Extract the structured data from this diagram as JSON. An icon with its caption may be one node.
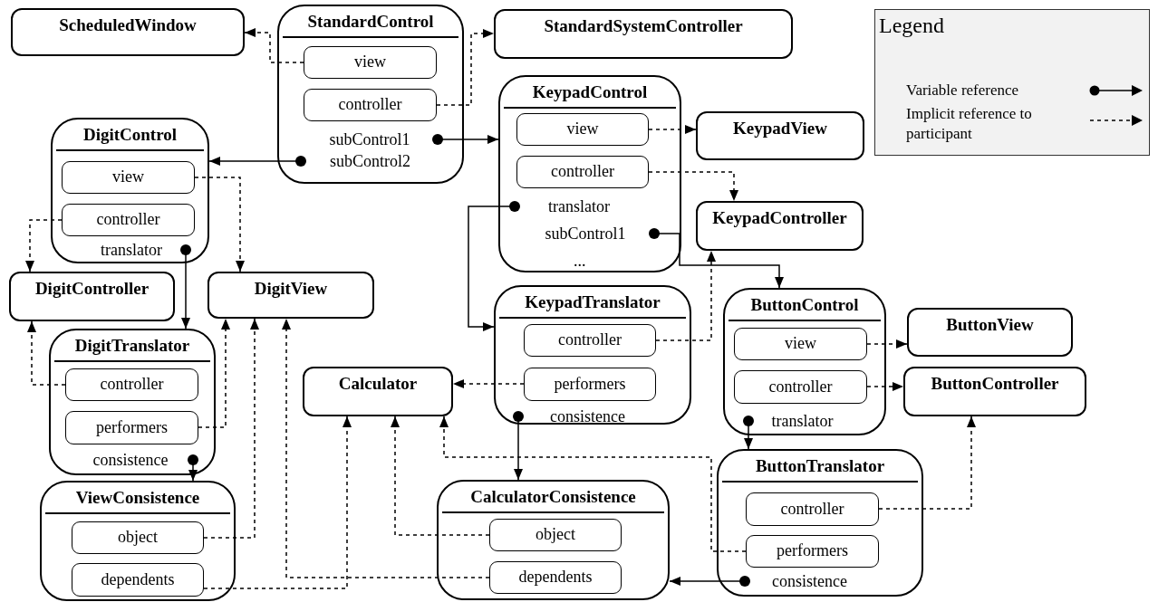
{
  "diagram": {
    "nodes": [
      {
        "text": [
          "ScheduledWindow"
        ]
      },
      {
        "text": [
          "StandardControl"
        ]
      },
      {
        "text": [
          "view"
        ],
        "in": 1
      },
      {
        "text": [
          "controller"
        ],
        "in": 1
      },
      {
        "text": [
          "subControl1"
        ],
        "in": 1
      },
      {
        "text": [
          "subControl2"
        ],
        "in": 1
      },
      {
        "text": [
          "StandardSystemController"
        ]
      },
      {
        "text": [
          "KeypadControl"
        ]
      },
      {
        "text": [
          "view"
        ],
        "in": 7
      },
      {
        "text": [
          "controller"
        ],
        "in": 7
      },
      {
        "text": [
          "translator"
        ],
        "in": 7
      },
      {
        "text": [
          "subControl1"
        ],
        "in": 7
      },
      {
        "text": [
          "KeypadView"
        ]
      },
      {
        "text": [
          "DigitControl"
        ]
      },
      {
        "text": [
          "view"
        ],
        "in": 13
      },
      {
        "text": [
          "controller"
        ],
        "in": 13
      },
      {
        "text": [
          "translator"
        ],
        "in": 13
      },
      {
        "text": [
          "KeypadController"
        ]
      },
      {
        "text": [
          "DigitController"
        ]
      },
      {
        "text": [
          "DigitView"
        ]
      },
      {
        "text": [
          "KeypadTranslator"
        ]
      },
      {
        "text": [
          "controller"
        ],
        "in": 20
      },
      {
        "text": [
          "performers"
        ],
        "in": 20
      },
      {
        "text": [
          "consistence"
        ],
        "in": 20
      },
      {
        "text": [
          "ButtonControl"
        ]
      },
      {
        "text": [
          "view"
        ],
        "in": 24
      },
      {
        "text": [
          "controller"
        ],
        "in": 24
      },
      {
        "text": [
          "translator"
        ],
        "in": 24
      },
      {
        "text": [
          "ButtonView"
        ]
      },
      {
        "text": [
          "ButtonController"
        ]
      },
      {
        "text": [
          "DigitTranslator"
        ]
      },
      {
        "text": [
          "controller"
        ],
        "in": 30
      },
      {
        "text": [
          "performers"
        ],
        "in": 30
      },
      {
        "text": [
          "consistence"
        ],
        "in": 30
      },
      {
        "text": [
          "Calculator"
        ]
      },
      {
        "text": [
          "ViewConsistence"
        ]
      },
      {
        "text": [
          "object"
        ],
        "in": 35
      },
      {
        "text": [
          "dependents"
        ],
        "in": 35
      },
      {
        "text": [
          "CalculatorConsistence"
        ]
      },
      {
        "text": [
          "object"
        ],
        "in": 38
      },
      {
        "text": [
          "dependents"
        ],
        "in": 38
      },
      {
        "text": [
          "ButtonTranslator"
        ]
      },
      {
        "text": [
          "controller"
        ],
        "in": 41
      },
      {
        "text": [
          "performers"
        ],
        "in": 41
      },
      {
        "text": [
          "consistence"
        ],
        "in": 41
      }
    ],
    "edges": [
      {
        "from": 2,
        "to": 0,
        "arrow": "to",
        "style": "dashed"
      },
      {
        "from": 3,
        "to": 6,
        "arrow": "to",
        "style": "dashed"
      },
      {
        "from": 4,
        "to": 7,
        "arrow": "to"
      },
      {
        "from": 5,
        "to": 13,
        "arrow": "to"
      },
      {
        "from": 8,
        "to": 12,
        "arrow": "to",
        "style": "dashed"
      },
      {
        "from": 9,
        "to": 17,
        "arrow": "to",
        "style": "dashed"
      },
      {
        "from": 10,
        "to": 20,
        "arrow": "to"
      },
      {
        "from": 11,
        "to": 24,
        "arrow": "to"
      },
      {
        "from": 14,
        "to": 19,
        "arrow": "to",
        "style": "dashed"
      },
      {
        "from": 15,
        "to": 18,
        "arrow": "to",
        "style": "dashed"
      },
      {
        "from": 16,
        "to": 30,
        "arrow": "to"
      },
      {
        "from": 21,
        "to": 17,
        "arrow": "to",
        "style": "dashed"
      },
      {
        "from": 22,
        "to": 34,
        "arrow": "to",
        "style": "dashed"
      },
      {
        "from": 23,
        "to": 38,
        "arrow": "to"
      },
      {
        "from": 25,
        "to": 28,
        "arrow": "to",
        "style": "dashed"
      },
      {
        "from": 26,
        "to": 29,
        "arrow": "to",
        "style": "dashed"
      },
      {
        "from": 27,
        "to": 41,
        "arrow": "to"
      },
      {
        "from": 31,
        "to": 18,
        "arrow": "to",
        "style": "dashed"
      },
      {
        "from": 32,
        "to": 19,
        "arrow": "to",
        "style": "dashed"
      },
      {
        "from": 33,
        "to": 35,
        "arrow": "to"
      },
      {
        "from": 36,
        "to": 19,
        "arrow": "to",
        "style": "dashed"
      },
      {
        "from": 37,
        "to": 34,
        "arrow": "to",
        "style": "dashed"
      },
      {
        "from": 39,
        "to": 34,
        "arrow": "to",
        "style": "dashed"
      },
      {
        "from": 40,
        "to": 19,
        "arrow": "to",
        "style": "dashed"
      },
      {
        "from": 42,
        "to": 29,
        "arrow": "to",
        "style": "dashed"
      },
      {
        "from": 43,
        "to": 34,
        "arrow": "to",
        "style": "dashed"
      },
      {
        "from": 44,
        "to": 38,
        "arrow": "to"
      }
    ],
    "labels": [
      "Legend",
      "..."
    ],
    "legend": [
      {
        "text": "Variable reference"
      },
      {
        "text": "Implicit reference to participant"
      }
    ]
  }
}
